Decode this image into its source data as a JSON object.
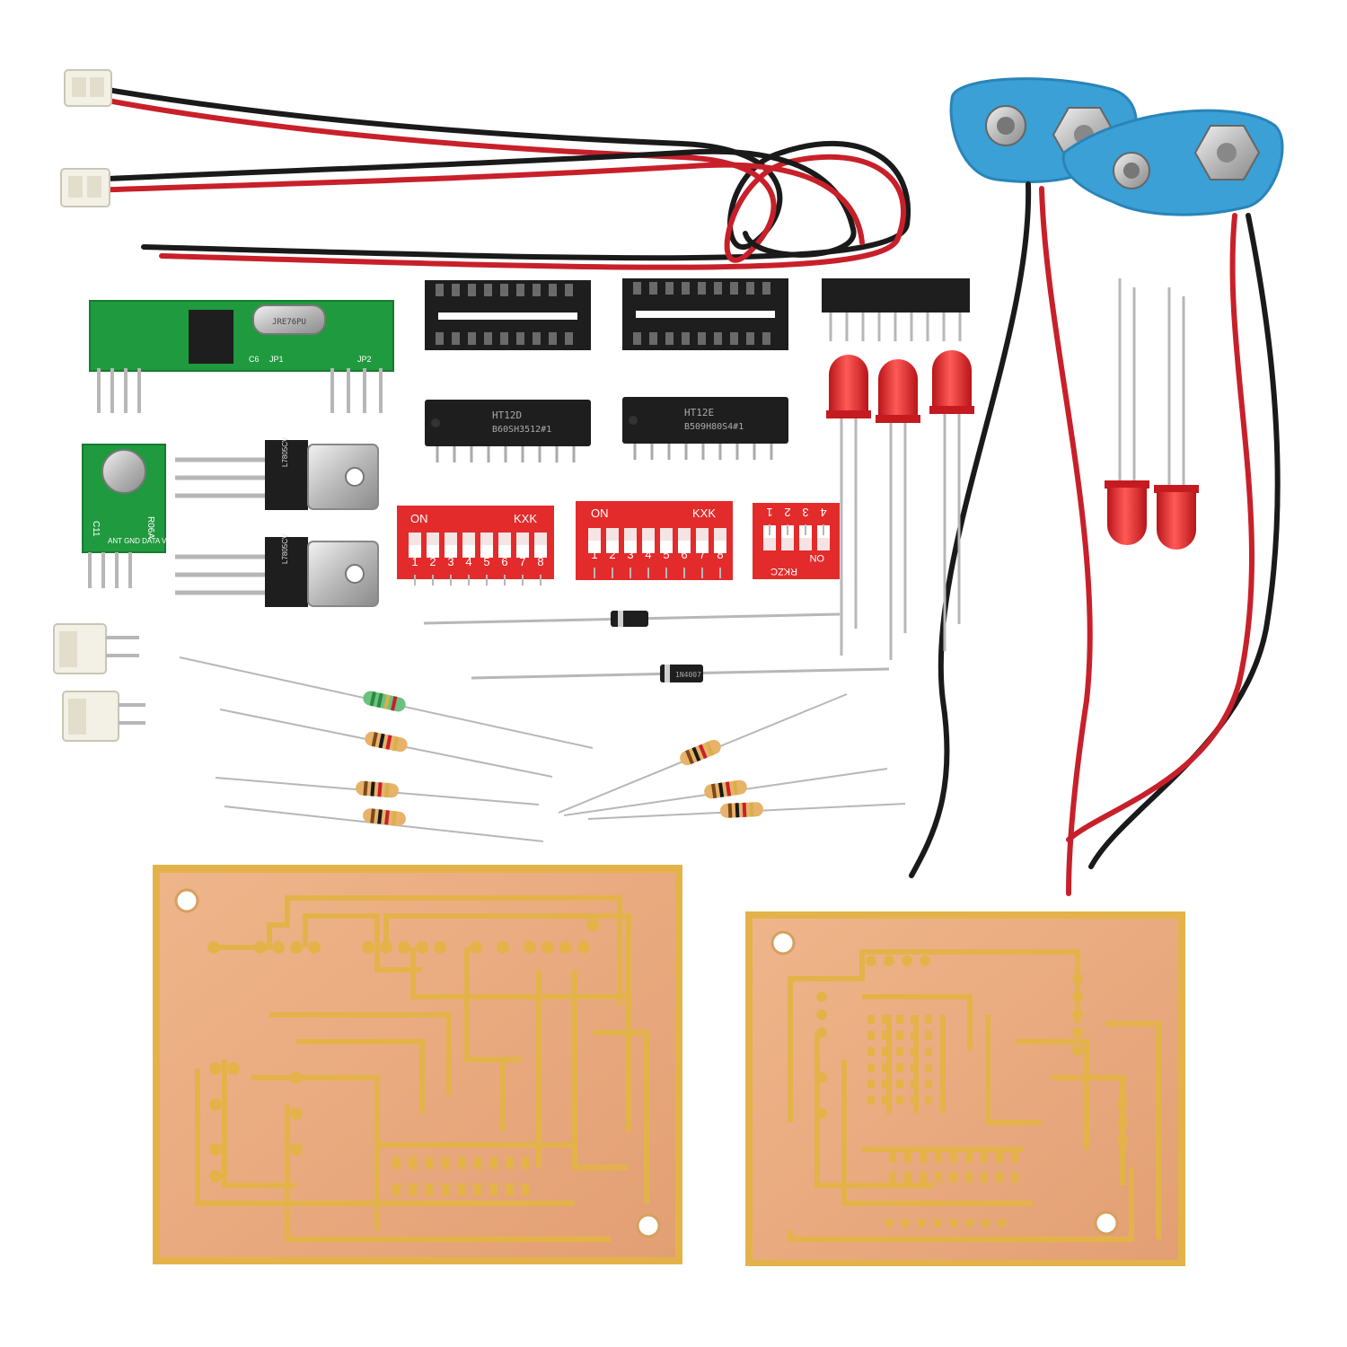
{
  "scene": {
    "colors": {
      "background": "#ffffff",
      "pcb_green": "#1f9a3e",
      "copper": "#e9a97a",
      "pcb_yellow": "#e3b34a",
      "wire_red": "#c8202a",
      "wire_black": "#1a1a1a",
      "connector_blue": "#3aa0d6",
      "led_red": "#e8242b",
      "dip_red": "#e32b2b",
      "ic_black": "#1e1e1e"
    },
    "components": {
      "receiver_module": {
        "icon": "rf-receiver-icon",
        "labels": {
          "crystal": "JRE76PU",
          "cap": "C6",
          "jumper1": "JP1",
          "jumper2": "JP2"
        }
      },
      "transmitter_module": {
        "icon": "rf-transmitter-icon",
        "labels": {
          "pins": "ANT GND DATA VDD",
          "code": "R06A",
          "side": "C11"
        }
      },
      "ic_encoder": {
        "icon": "ic-chip-icon",
        "text1": "HT12D",
        "text2": "B60SH3512#1"
      },
      "ic_decoder": {
        "icon": "ic-chip-icon",
        "text1": "HT12E",
        "text2": "B509H80S4#1"
      },
      "regulator_1": {
        "icon": "voltage-regulator-icon",
        "text": "L7805CV"
      },
      "regulator_2": {
        "icon": "voltage-regulator-icon",
        "text": "L7805CV"
      },
      "dip_switch_8a": {
        "icon": "dip-switch-icon",
        "on_label": "ON",
        "brand": "KXK",
        "numbers": [
          "1",
          "2",
          "3",
          "4",
          "5",
          "6",
          "7",
          "8"
        ]
      },
      "dip_switch_8b": {
        "icon": "dip-switch-icon",
        "on_label": "ON",
        "brand": "KXK",
        "numbers": [
          "1",
          "2",
          "3",
          "4",
          "5",
          "6",
          "7",
          "8"
        ]
      },
      "dip_switch_4": {
        "icon": "dip-switch-icon",
        "on_label": "ON",
        "brand": "RKZC",
        "numbers": [
          "1",
          "2",
          "3",
          "4"
        ]
      },
      "diode_1": {
        "icon": "diode-icon"
      },
      "diode_2": {
        "icon": "diode-icon",
        "text": "1N4007"
      },
      "battery_clips": {
        "icon": "battery-clip-icon",
        "count": 2
      },
      "leds": {
        "icon": "led-icon",
        "count": 5
      },
      "resistors": {
        "icon": "resistor-icon",
        "count": 7
      },
      "resistor_network": {
        "icon": "resistor-network-icon"
      },
      "ic_sockets": {
        "icon": "ic-socket-icon",
        "count": 2
      },
      "jst_connectors": {
        "icon": "jst-connector-icon",
        "count": 2
      },
      "wire_harness": {
        "icon": "wire-harness-icon"
      },
      "pcb_left": {
        "icon": "pcb-icon"
      },
      "pcb_right": {
        "icon": "pcb-icon"
      }
    }
  }
}
